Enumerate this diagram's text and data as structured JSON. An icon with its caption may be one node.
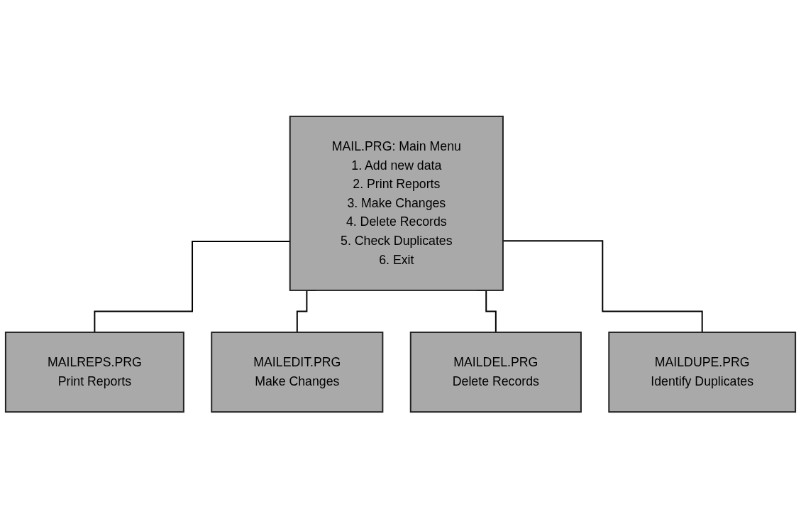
{
  "diagram": {
    "nodes": [
      {
        "text": [
          "MAIL.PRG: Main Menu",
          "1. Add new data",
          "2. Print Reports",
          "3. Make Changes",
          "4. Delete Records",
          "5. Check Duplicates",
          "6. Exit"
        ]
      },
      {
        "text": [
          "MAILREPS.PRG",
          "Print Reports"
        ]
      },
      {
        "text": [
          "MAILEDIT.PRG",
          "Make Changes"
        ]
      },
      {
        "text": [
          "MAILDEL.PRG",
          "Delete Records"
        ]
      },
      {
        "text": [
          "MAILDUPE.PRG",
          "Identify Duplicates"
        ]
      }
    ],
    "edges": [
      {
        "from": 0,
        "to": 1,
        "arrow": "none"
      },
      {
        "from": 0,
        "to": 2,
        "arrow": "none"
      },
      {
        "from": 0,
        "to": 3,
        "arrow": "none"
      },
      {
        "from": 0,
        "to": 4,
        "arrow": "none"
      }
    ]
  }
}
